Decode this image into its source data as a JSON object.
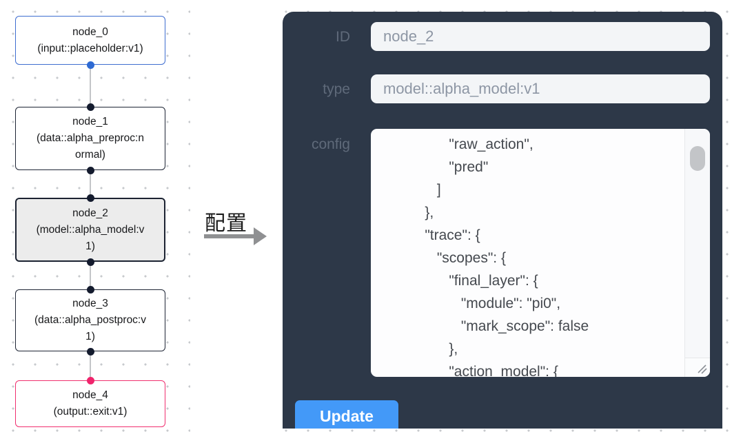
{
  "flow": {
    "nodes": [
      {
        "id": "node_0",
        "type_label": "(input::placeholder:v1)"
      },
      {
        "id": "node_1",
        "type_label": "(data::alpha_preproc:normal)"
      },
      {
        "id": "node_2",
        "type_label": "(model::alpha_model:v1)"
      },
      {
        "id": "node_3",
        "type_label": "(data::alpha_postproc:v1)"
      },
      {
        "id": "node_4",
        "type_label": "(output::exit:v1)"
      }
    ],
    "selected_node": "node_2"
  },
  "annotation": {
    "label": "配置"
  },
  "panel": {
    "id_field": {
      "label": "ID",
      "value": "node_2"
    },
    "type_field": {
      "label": "type",
      "value": "model::alpha_model:v1"
    },
    "config_field": {
      "label": "config",
      "lines": [
        "                \"raw_action\",",
        "                \"pred\"",
        "             ]",
        "          },",
        "          \"trace\": {",
        "             \"scopes\": {",
        "                \"final_layer\": {",
        "                   \"module\": \"pi0\",",
        "                   \"mark_scope\": false",
        "                },",
        "                \"action_model\": {"
      ]
    },
    "update_button": "Update"
  },
  "colors": {
    "panel_bg": "#2d3848",
    "node_default_border": "#1d2434",
    "node_input_border": "#3e6dd0",
    "node_output_border": "#f02e6e",
    "selected_node_bg": "#ececec",
    "update_button_bg": "#4399f8",
    "edge": "#c3c5c8"
  }
}
